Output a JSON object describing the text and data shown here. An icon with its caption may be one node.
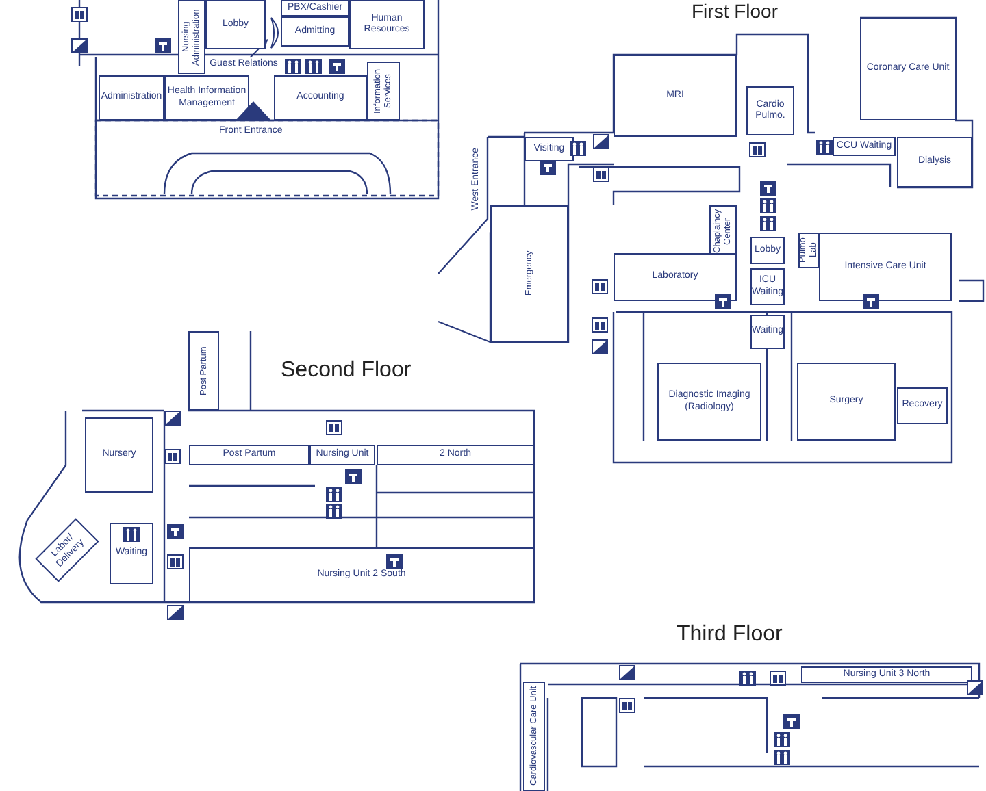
{
  "diagram": {
    "nodes": [
      {
        "text": [
          "Lobby"
        ]
      },
      {
        "text": [
          "PBX/Cashier"
        ]
      },
      {
        "text": [
          "Admitting"
        ]
      },
      {
        "text": [
          "Human Resources"
        ]
      },
      {
        "text": [
          "Nursing Administration"
        ]
      },
      {
        "text": [
          "Guest Relations"
        ]
      },
      {
        "text": [],
        "shape": "box"
      },
      {
        "text": [
          "Health Information Management"
        ]
      },
      {
        "text": [
          "Administration"
        ]
      },
      {
        "text": [
          "Accounting"
        ]
      },
      {
        "text": [
          "Information Services"
        ]
      },
      {
        "text": [
          "MRI"
        ]
      },
      {
        "text": [
          "Cardio Pulmo."
        ]
      },
      {
        "text": [
          "Coronary Care Unit"
        ]
      },
      {
        "text": [
          "CCU Waiting"
        ]
      },
      {
        "text": [
          "Dialysis"
        ]
      },
      {
        "text": [
          "Visiting"
        ]
      },
      {
        "text": [
          "Chaplaincy Center"
        ]
      },
      {
        "text": [
          "Emergency"
        ]
      },
      {
        "text": [
          "Laboratory"
        ]
      },
      {
        "text": [
          "Lobby"
        ]
      },
      {
        "text": [
          "ICU Waiting"
        ]
      },
      {
        "text": [
          "Pulmo Lab"
        ]
      },
      {
        "text": [
          "Intensive Care Unit"
        ]
      },
      {
        "text": [
          "Waiting"
        ]
      },
      {
        "text": [
          "Diagnostic Imaging (Radiology)"
        ]
      },
      {
        "text": [
          "Surgery"
        ]
      },
      {
        "text": [
          "Recovery"
        ]
      },
      {
        "text": [
          "Post Partum"
        ]
      },
      {
        "text": [
          "Post Partum"
        ]
      },
      {
        "text": [
          "Nursing Unit"
        ]
      },
      {
        "text": [
          "2 North"
        ]
      },
      {
        "text": [
          "Nursery"
        ]
      },
      {
        "text": [
          "Labor/ Delivery"
        ]
      },
      {
        "text": [
          "Waiting"
        ]
      },
      {
        "text": [
          "Nursing Unit 2 South"
        ]
      },
      {
        "text": [
          "Nursing Unit 3 North"
        ]
      },
      {
        "text": [
          "Cardiovascular Care Unit"
        ]
      }
    ],
    "edges": [
      {
        "from": 5,
        "to": 6,
        "arrow": "to"
      }
    ],
    "labels": [
      "First Floor",
      "Front Entrance",
      "West Entrance",
      "Second Floor",
      "Third Floor"
    ]
  }
}
